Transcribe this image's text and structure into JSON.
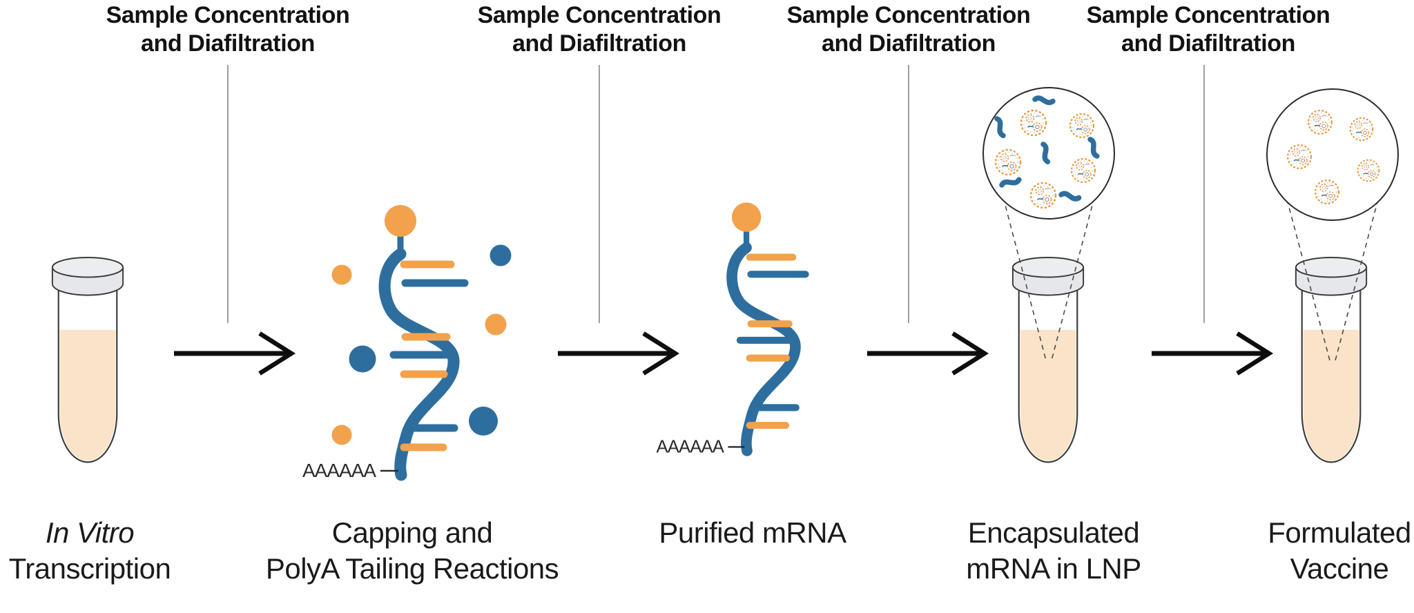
{
  "filtration_step": {
    "line1": "Sample Concentration",
    "line2": "and Diafiltration"
  },
  "stages": [
    {
      "id": "in-vitro-transcription",
      "label_line1": "In Vitro",
      "label_line2": "Transcription"
    },
    {
      "id": "capping-polya-tailing",
      "label_line1": "Capping and",
      "label_line2": "PolyA Tailing Reactions"
    },
    {
      "id": "purified-mrna",
      "label_line1": "Purified mRNA",
      "label_line2": ""
    },
    {
      "id": "encapsulated-mrna-lnp",
      "label_line1": "Encapsulated",
      "label_line2": "mRNA in LNP"
    },
    {
      "id": "formulated-vaccine",
      "label_line1": "Formulated",
      "label_line2": "Vaccine"
    }
  ],
  "annotations": {
    "poly_a_tail": "AAAAAA"
  },
  "colors": {
    "mrna_blue": "#2E6E9E",
    "cap_orange": "#F2A24C",
    "liquid_peach": "#FBE3C9",
    "tube_cap_gray": "#E5E7EA",
    "connector_gray": "#9E9E9E",
    "arrow_black": "#0E0E0E",
    "text_black": "#161616"
  }
}
